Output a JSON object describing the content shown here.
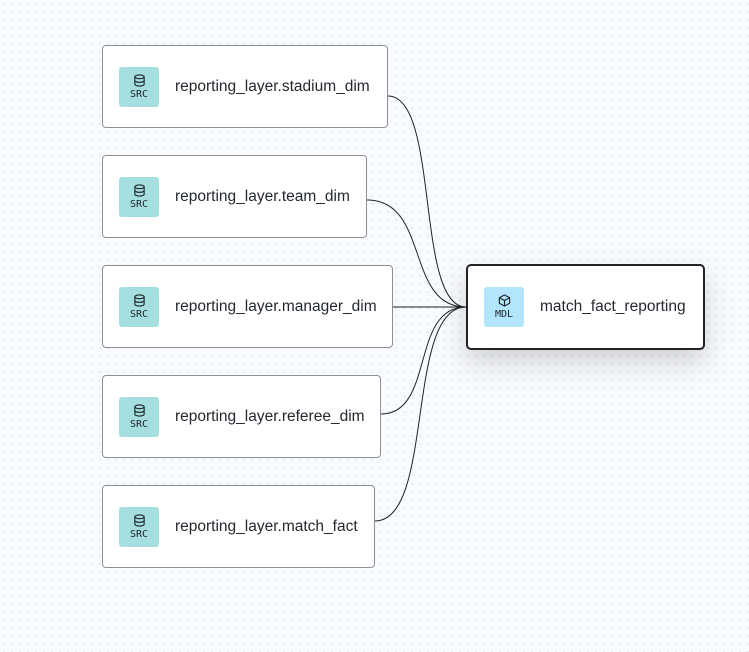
{
  "sources": [
    {
      "label": "reporting_layer.stadium_dim",
      "badge": "SRC",
      "icon": "database-icon"
    },
    {
      "label": "reporting_layer.team_dim",
      "badge": "SRC",
      "icon": "database-icon"
    },
    {
      "label": "reporting_layer.manager_dim",
      "badge": "SRC",
      "icon": "database-icon"
    },
    {
      "label": "reporting_layer.referee_dim",
      "badge": "SRC",
      "icon": "database-icon"
    },
    {
      "label": "reporting_layer.match_fact",
      "badge": "SRC",
      "icon": "database-icon"
    }
  ],
  "model": {
    "label": "match_fact_reporting",
    "badge": "MDL",
    "icon": "cube-icon"
  },
  "colors": {
    "source_badge": "#a5dfe0",
    "model_badge": "#b3e5fc",
    "edge": "#1f2328",
    "node_border": "#8a8f98",
    "model_border": "#1f2328"
  }
}
